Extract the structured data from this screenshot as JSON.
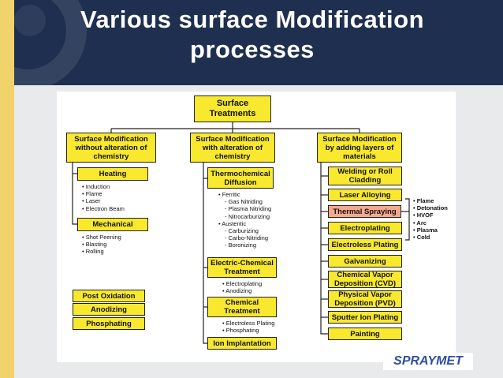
{
  "slide": {
    "title_line1": "Various surface Modification",
    "title_line2": "processes",
    "brand": "SPRAYMET"
  },
  "diagram": {
    "root": "Surface Treatments",
    "col1": {
      "header": "Surface Modification without alteration of chemistry",
      "heating": "Heating",
      "heating_items": [
        "• Induction",
        "• Flame",
        "• Laser",
        "• Electron Beam"
      ],
      "mechanical": "Mechanical",
      "mechanical_items": [
        "• Shot Peening",
        "• Blasting",
        "• Rolling"
      ],
      "post_oxidation": "Post Oxidation",
      "anodizing": "Anodizing",
      "phosphating": "Phosphating"
    },
    "col2": {
      "header": "Surface Modification with alteration of chemistry",
      "thermochemical": "Thermochemical Diffusion",
      "ferritic": "• Ferritic",
      "ferritic_items": [
        "- Gas Nitriding",
        "- Plasma Nitriding",
        "- Nitrocarburizing"
      ],
      "austenitic": "• Austentic",
      "austenitic_items": [
        "- Carburizing",
        "- Carbo-Nitriding",
        "- Boronizing"
      ],
      "electric_chemical": "Electric-Chemical Treatment",
      "electric_items": [
        "• Electroplating",
        "• Anodizing"
      ],
      "chemical": "Chemical Treatment",
      "chemical_items": [
        "• Electroless Plating",
        "• Phosphating"
      ],
      "ion_implantation": "Ion Implantation"
    },
    "col3": {
      "header": "Surface Modification by adding layers of materials",
      "items": [
        "Welding or Roll Cladding",
        "Laser Alloying",
        "Thermal Spraying",
        "Electroplating",
        "Electroless Plating",
        "Galvanizing",
        "Chemical Vapor Deposition (CVD)",
        "Physical Vapor Deposition (PVD)",
        "Sputter Ion Plating",
        "Painting"
      ],
      "spray_items": [
        "• Flame",
        "• Detonation",
        "• HVOF",
        "• Arc",
        "• Plasma",
        "• Cold"
      ]
    }
  }
}
